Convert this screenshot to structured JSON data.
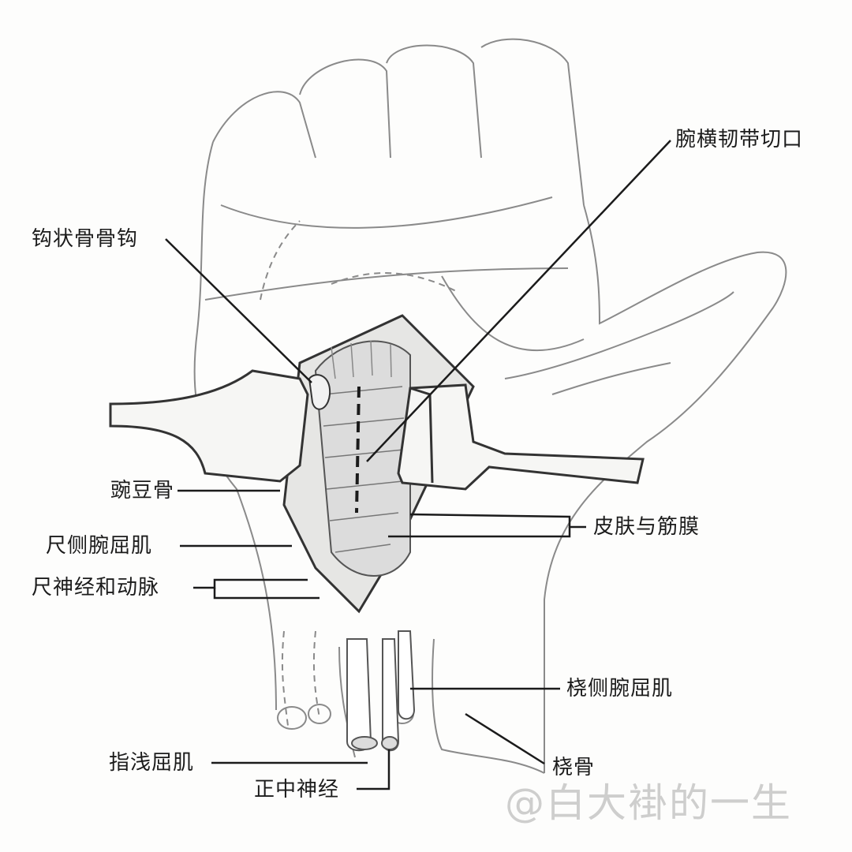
{
  "labels": {
    "ligament_incision": "腕横韧带切口",
    "hamate_hook": "钩状骨骨钩",
    "pisiform": "豌豆骨",
    "flexor_carpi_ulnaris": "尺侧腕屈肌",
    "ulnar_nerve_artery": "尺神经和动脉",
    "skin_fascia": "皮肤与筋膜",
    "flexor_carpi_radialis": "桡侧腕屈肌",
    "flexor_digitorum_superficialis": "指浅屈肌",
    "radius": "桡骨",
    "median_nerve": "正中神经"
  },
  "watermark": "@白大褂的一生",
  "colors": {
    "line": "#2a2a2a",
    "sketch": "#8a8a8a",
    "retractor": "#f6f6f4",
    "tendon": "#dcdcdc"
  }
}
